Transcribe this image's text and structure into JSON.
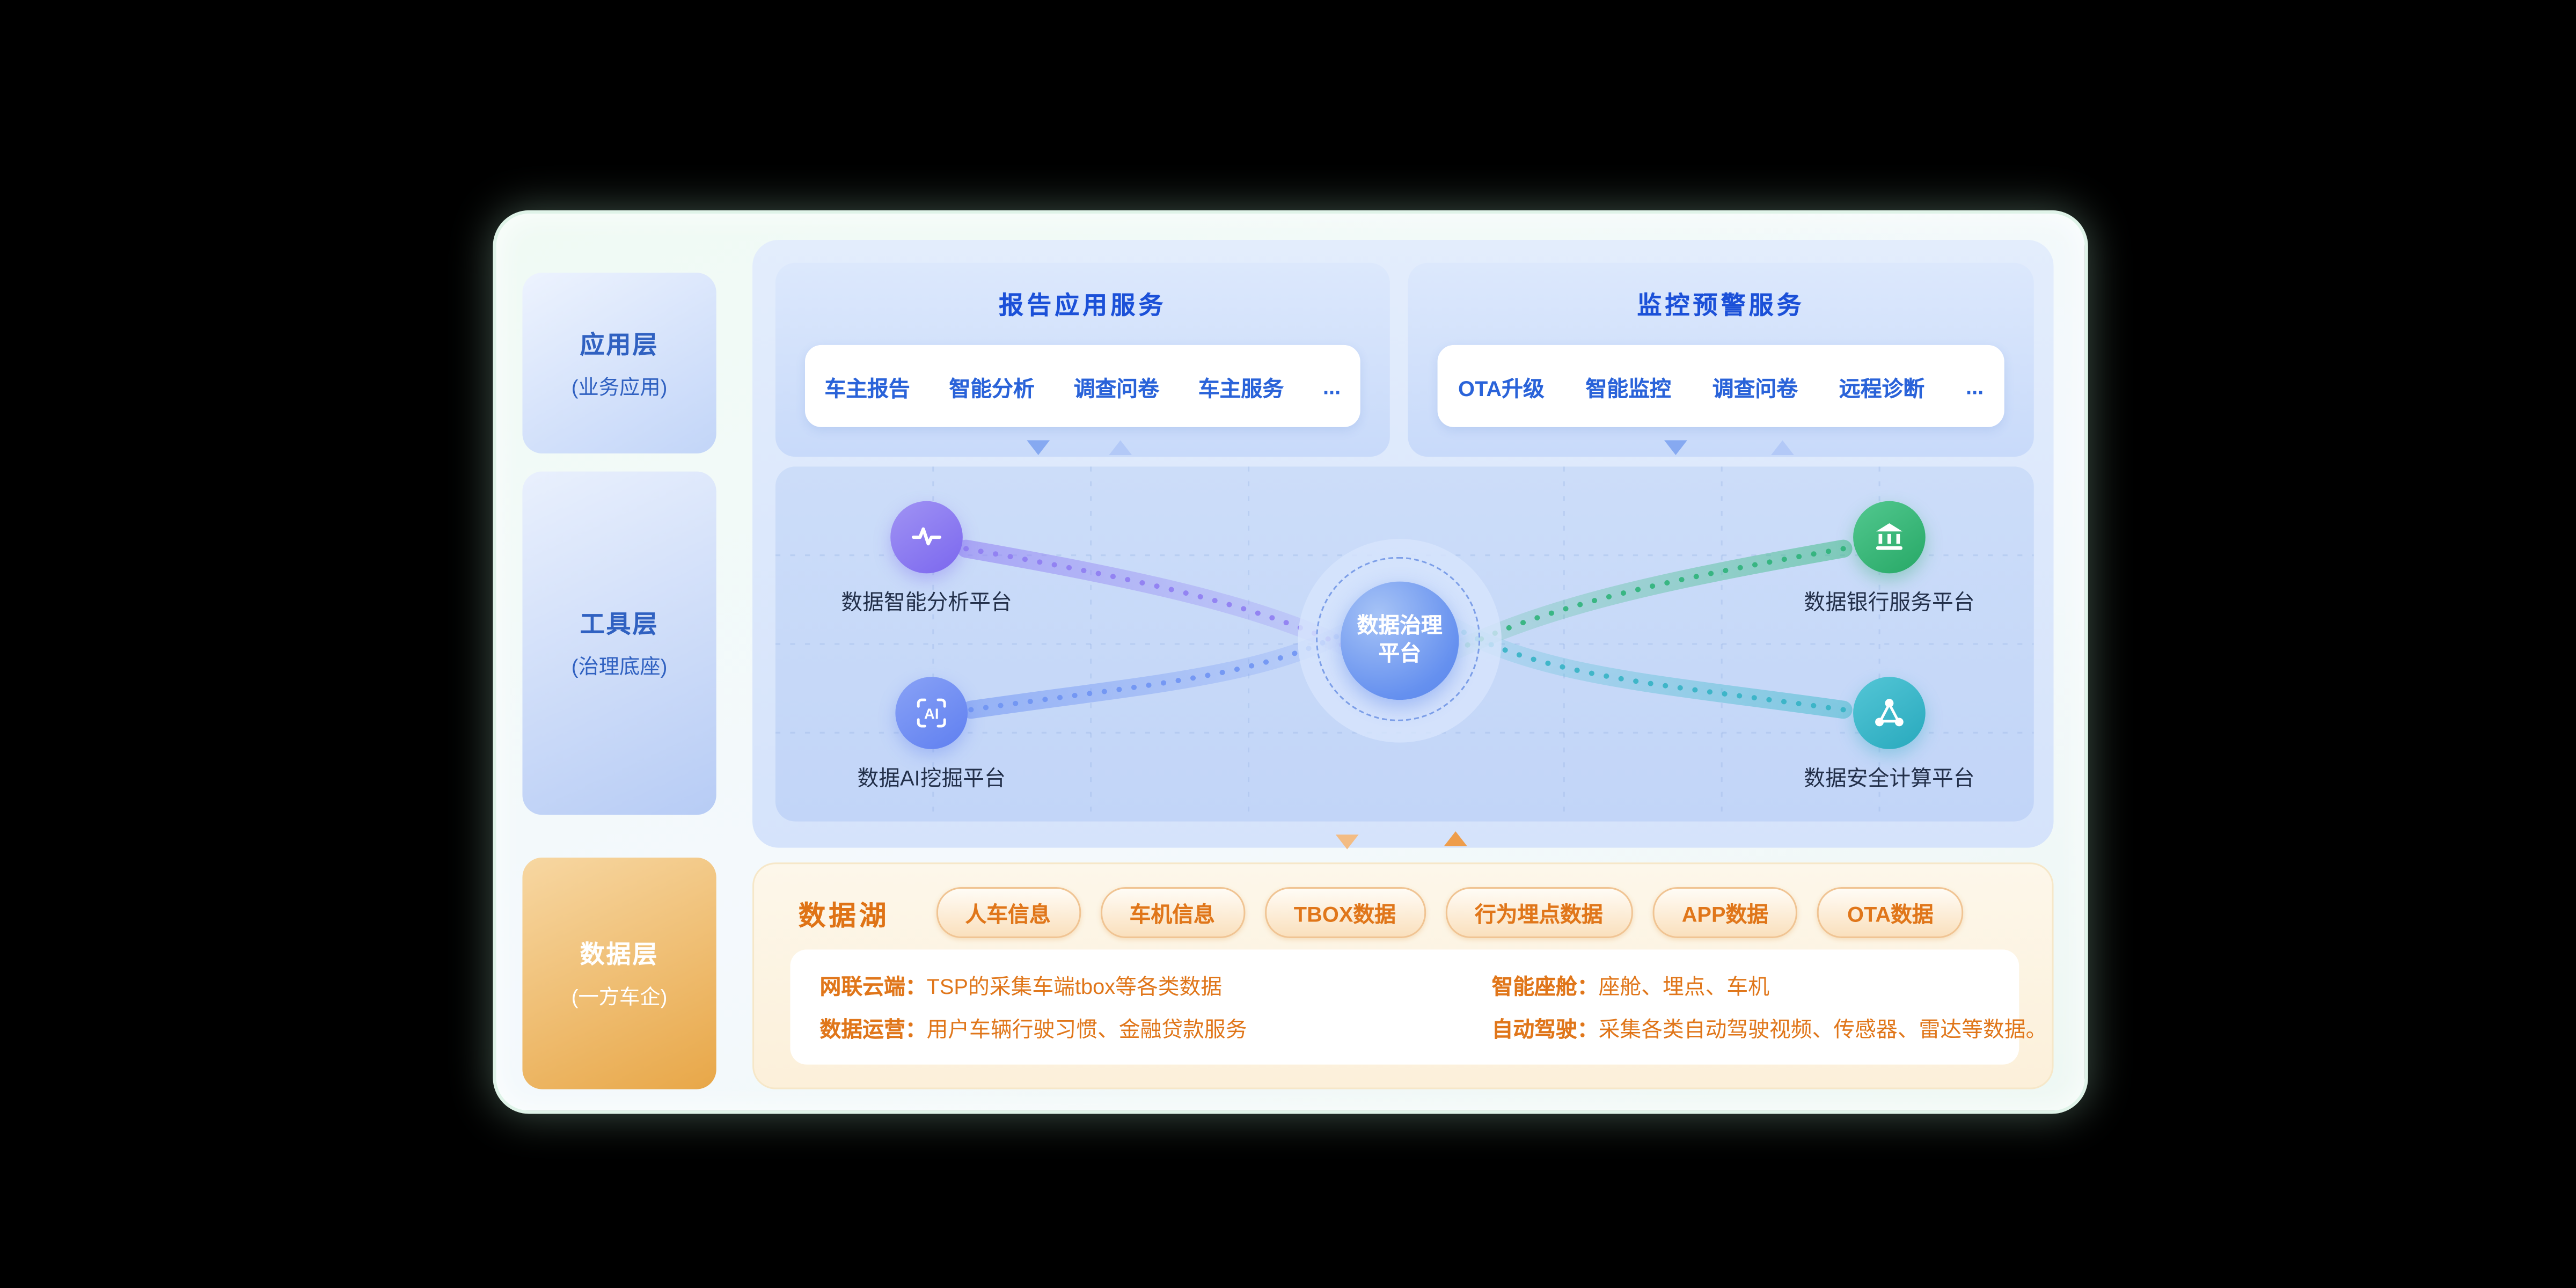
{
  "layers": {
    "app": {
      "title": "应用层",
      "subtitle": "(业务应用)"
    },
    "tool": {
      "title": "工具层",
      "subtitle": "(治理底座)"
    },
    "data": {
      "title": "数据层",
      "subtitle": "(一方车企)"
    }
  },
  "report_services": {
    "title": "报告应用服务",
    "items": [
      "车主报告",
      "智能分析",
      "调查问卷",
      "车主服务",
      "..."
    ]
  },
  "monitor_services": {
    "title": "监控预警服务",
    "items": [
      "OTA升级",
      "智能监控",
      "调查问卷",
      "远程诊断",
      "..."
    ]
  },
  "platform": {
    "center": {
      "line1": "数据治理",
      "line2": "平台"
    },
    "nodes": [
      {
        "label": "数据智能分析平台",
        "icon": "pulse-icon",
        "color": "#8b7cf0"
      },
      {
        "label": "数据AI挖掘平台",
        "icon": "ai-icon",
        "color": "#6a8df2",
        "icon_text": "AI"
      },
      {
        "label": "数据银行服务平台",
        "icon": "bank-icon",
        "color": "#35b97d"
      },
      {
        "label": "数据安全计算平台",
        "icon": "share-nodes-icon",
        "color": "#3bb9c9"
      }
    ]
  },
  "data_lake": {
    "title": "数据湖",
    "tags": [
      "人车信息",
      "车机信息",
      "TBOX数据",
      "行为埋点数据",
      "APP数据",
      "OTA数据"
    ],
    "details": [
      {
        "label": "网联云端：",
        "text": "TSP的采集车端tbox等各类数据"
      },
      {
        "label": "数据运营：",
        "text": "用户车辆行驶习惯、金融贷款服务"
      },
      {
        "label": "智能座舱：",
        "text": "座舱、埋点、车机"
      },
      {
        "label": "自动驾驶：",
        "text": "采集各类自动驾驶视频、传感器、雷达等数据。"
      }
    ]
  },
  "colors": {
    "accent_blue": "#2a63d9",
    "accent_orange": "#e0761a",
    "panel_blue": "#d9e6fb",
    "lake_cream": "#fdf4e4"
  }
}
